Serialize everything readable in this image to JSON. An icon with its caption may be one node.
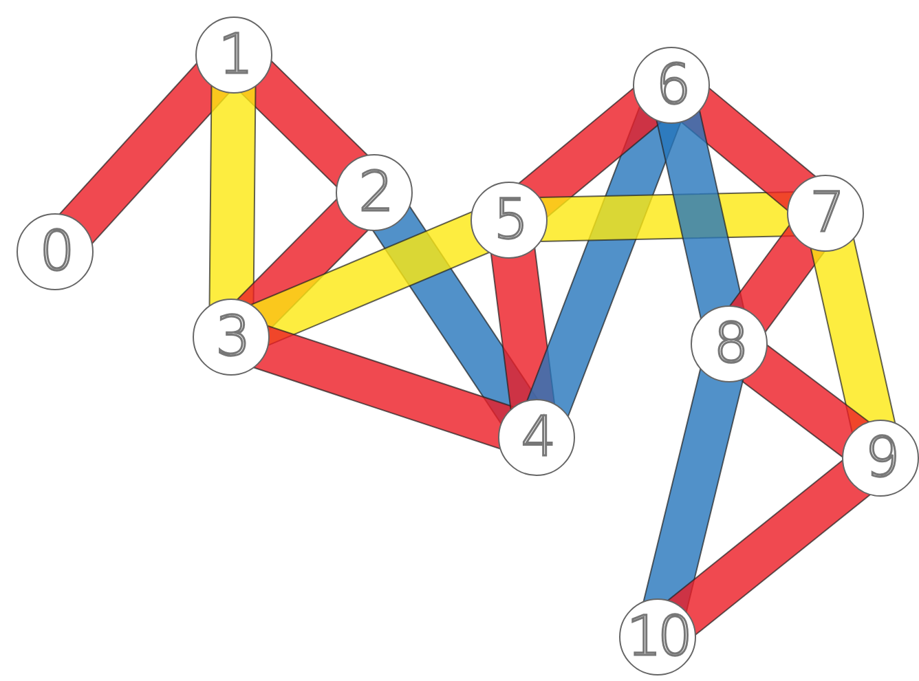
{
  "diagram": {
    "nodes": [
      {
        "text": [
          "0"
        ]
      },
      {
        "text": [
          "1"
        ]
      },
      {
        "text": [
          "2"
        ]
      },
      {
        "text": [
          "3"
        ]
      },
      {
        "text": [
          "4"
        ]
      },
      {
        "text": [
          "5"
        ]
      },
      {
        "text": [
          "6"
        ]
      },
      {
        "text": [
          "7"
        ]
      },
      {
        "text": [
          "8"
        ]
      },
      {
        "text": [
          "9"
        ]
      },
      {
        "text": [
          "10"
        ]
      }
    ],
    "edges": [
      {
        "from": 0,
        "to": 1,
        "arrow": "none"
      },
      {
        "from": 1,
        "to": 2,
        "arrow": "none"
      },
      {
        "from": 1,
        "to": 3,
        "arrow": "none",
        "color": "#fde910"
      },
      {
        "from": 2,
        "to": 3,
        "arrow": "none"
      },
      {
        "from": 2,
        "to": 4,
        "arrow": "none",
        "color": "#2676bb"
      },
      {
        "from": 3,
        "to": 5,
        "arrow": "none",
        "color": "#fde910"
      },
      {
        "from": 3,
        "to": 4,
        "arrow": "none"
      },
      {
        "from": 5,
        "to": 4,
        "arrow": "none"
      },
      {
        "from": 4,
        "to": 6,
        "arrow": "none",
        "color": "#2676bb"
      },
      {
        "from": 5,
        "to": 6,
        "arrow": "none"
      },
      {
        "from": 5,
        "to": 7,
        "arrow": "none",
        "color": "#fde910"
      },
      {
        "from": 6,
        "to": 7,
        "arrow": "none"
      },
      {
        "from": 6,
        "to": 8,
        "arrow": "none",
        "color": "#2676bb"
      },
      {
        "from": 7,
        "to": 8,
        "arrow": "none"
      },
      {
        "from": 7,
        "to": 9,
        "arrow": "none",
        "color": "#fde910"
      },
      {
        "from": 8,
        "to": 9,
        "arrow": "none"
      },
      {
        "from": 8,
        "to": 10,
        "arrow": "none",
        "color": "#2676bb"
      },
      {
        "from": 9,
        "to": 10,
        "arrow": "none"
      }
    ]
  }
}
